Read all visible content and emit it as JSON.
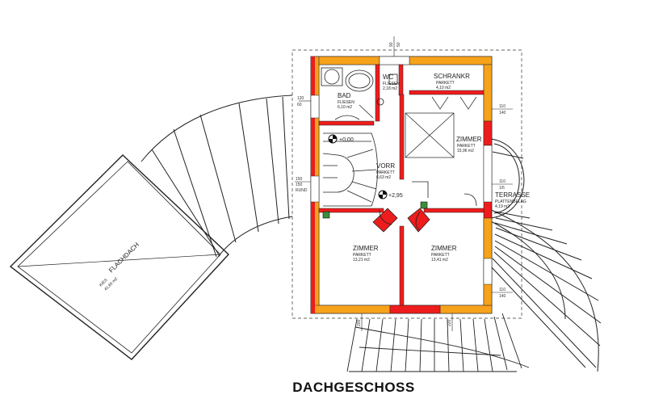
{
  "title": "DACHGESCHOSS",
  "rooms": {
    "bad": {
      "name": "BAD",
      "floor": "FLIESEN",
      "area": "6,10 m2"
    },
    "wc": {
      "name": "WC",
      "floor": "FLIESEN",
      "area": "2,18 m2"
    },
    "schrank": {
      "name": "SCHRANKR",
      "floor": "PARKETT",
      "area": "4,10 m2"
    },
    "zimmer_ne": {
      "name": "ZIMMER",
      "floor": "PARKETT",
      "area": "15,96 m2"
    },
    "vorr": {
      "name": "VORR",
      "floor": "PARKETT",
      "area": "6,63 m2"
    },
    "terrasse": {
      "name": "TERRASSE",
      "floor": "PLATTENBELAG",
      "area": "4,19 m2"
    },
    "zimmer_sw": {
      "name": "ZIMMER",
      "floor": "PARKETT",
      "area": "13,21 m2"
    },
    "zimmer_se": {
      "name": "ZIMMER",
      "floor": "PARKETT",
      "area": "13,41 m2"
    },
    "flachdach": {
      "name": "FLACHDACH",
      "floor": "KIES",
      "area": "41,65 m2"
    }
  },
  "levels": {
    "upper": "+0,00",
    "lower": "+2,95"
  },
  "dims": {
    "w1": "120",
    "w1b": "60",
    "w2": "150",
    "w2b": "150",
    "w2c": "RUND",
    "e1": "110",
    "e1b": "140",
    "e2": "110",
    "e2b": "1/5",
    "e3": "110",
    "e3b": "140",
    "top": "90",
    "top2": "50",
    "b1": "200",
    "b2": "220"
  }
}
